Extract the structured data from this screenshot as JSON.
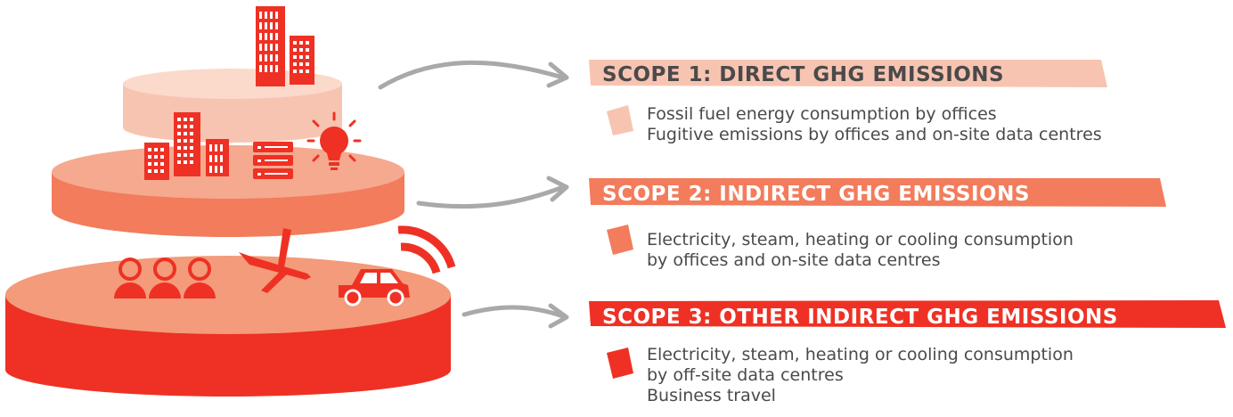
{
  "colors": {
    "scope1": "#f8c4b2",
    "scope2": "#f27c5c",
    "scope3": "#ee3124",
    "arrow": "#a9a9a9",
    "text": "#4a4a4a"
  },
  "icons": [
    "building-icon",
    "server-icon",
    "lightbulb-icon",
    "wifi-icon",
    "people-icon",
    "airplane-icon",
    "car-icon"
  ],
  "scopes": [
    {
      "title": "SCOPE 1: DIRECT GHG EMISSIONS",
      "lines": [
        "Fossil fuel energy consumption by offices",
        "Fugitive emissions by offices and on-site data centres"
      ]
    },
    {
      "title": "SCOPE 2: INDIRECT GHG EMISSIONS",
      "lines": [
        "Electricity, steam, heating or cooling consumption",
        "by offices and on-site data centres"
      ]
    },
    {
      "title": "SCOPE 3: OTHER INDIRECT GHG EMISSIONS",
      "lines": [
        "Electricity, steam, heating or cooling consumption",
        "by off-site data centres",
        "Business travel"
      ]
    }
  ]
}
